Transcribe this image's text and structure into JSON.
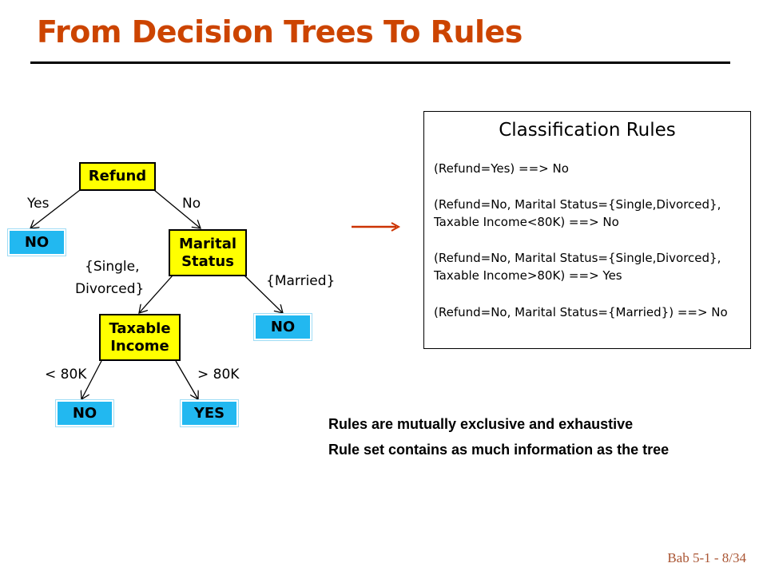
{
  "slide": {
    "title": "From Decision Trees To Rules",
    "footer": "Bab 5-1 - 8/34"
  },
  "tree": {
    "nodes": {
      "refund": "Refund",
      "marital_status": [
        "Marital",
        "Status"
      ],
      "taxable_income": [
        "Taxable",
        "Income"
      ],
      "leaf_no_1": "NO",
      "leaf_no_2": "NO",
      "leaf_no_3": "NO",
      "leaf_yes": "YES"
    },
    "edge_labels": {
      "yes": "Yes",
      "no": "No",
      "single_divorced": [
        "{Single,",
        "Divorced}"
      ],
      "married": "{Married}",
      "lt_80k": "< 80K",
      "gt_80k": "> 80K"
    },
    "colors": {
      "attribute_fill": "#ffff00",
      "leaf_fill": "#22b8f0",
      "arrow": "#cc3300"
    }
  },
  "rules_panel": {
    "title": "Classification Rules",
    "rules": [
      [
        "(Refund=Yes) ==> No"
      ],
      [
        "(Refund=No, Marital Status={Single,Divorced},",
        "Taxable Income<80K) ==> No"
      ],
      [
        "(Refund=No, Marital Status={Single,Divorced},",
        "Taxable Income>80K) ==> Yes"
      ],
      [
        "(Refund=No, Marital Status={Married}) ==> No"
      ]
    ]
  },
  "notes": [
    "Rules are mutually exclusive and exhaustive",
    "Rule set contains as much information as the tree"
  ]
}
